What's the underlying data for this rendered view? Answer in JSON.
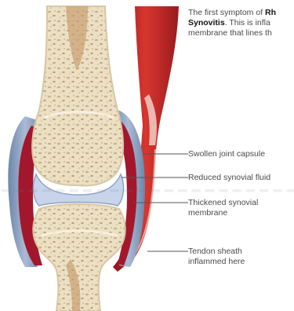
{
  "intro": {
    "line1_prefix": "The first symptom of ",
    "line1_bold": "Rh",
    "line2_bold": "Synovitis",
    "line2_rest": ". This is infla",
    "line3": "membrane that lines th"
  },
  "labels": {
    "capsule": "Swollen joint capsule",
    "fluid": "Reduced synovial fluid",
    "membrane_line1": "Thickened synovial",
    "membrane_line2": "membrane",
    "tendon_line1": "Tendon sheath",
    "tendon_line2": "inflammed here"
  },
  "watermark": "-----------------------t.co",
  "colors": {
    "bone": "#ece0c4",
    "bone_pore": "#b89e78",
    "capsule": "#8fa6c4",
    "synovium": "#a3172c",
    "tendon": "#c7282b",
    "fluid": "#c8d4ea"
  }
}
